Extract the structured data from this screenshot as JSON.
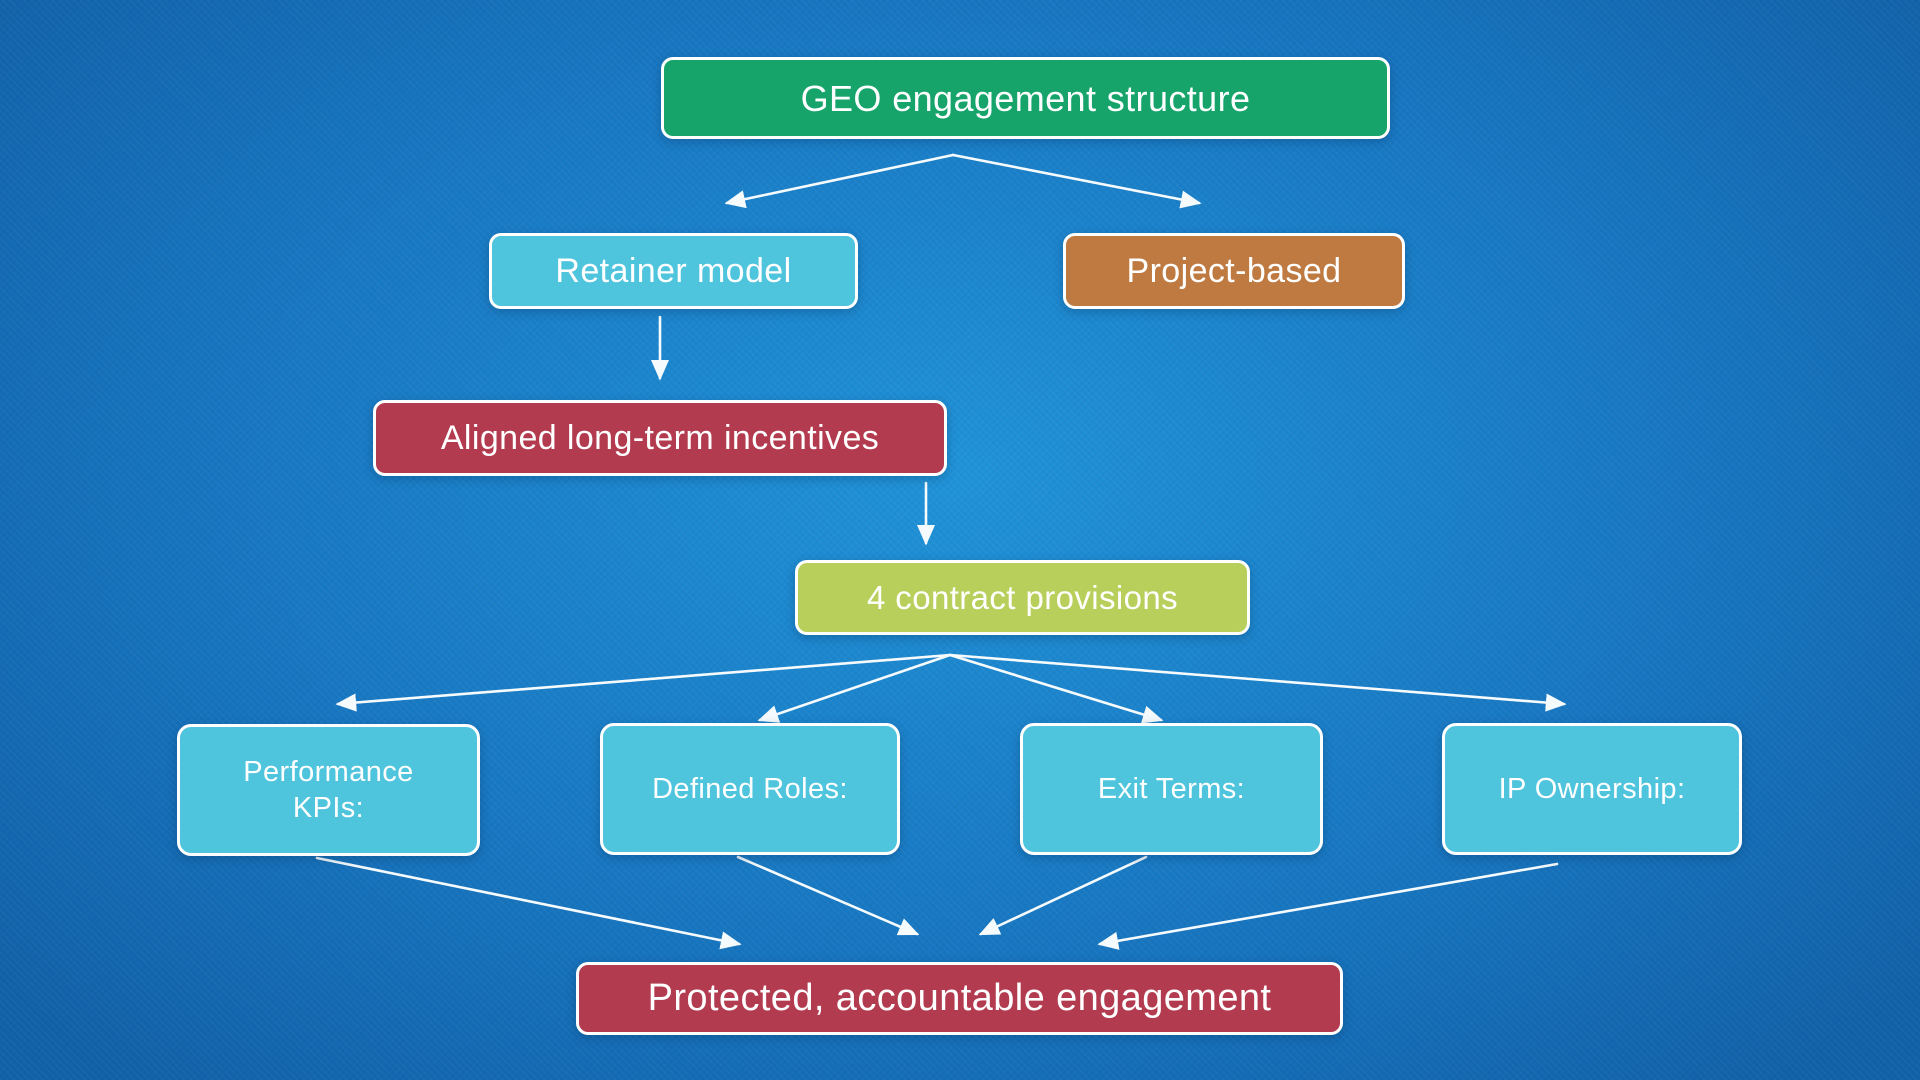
{
  "palette": {
    "bg-center": "#2093d8",
    "bg-mid": "#1878c2",
    "bg-edge": "#1161a8",
    "border-white": "#ffffff",
    "arrow-white": "#f5fafd",
    "text-white": "#ffffff",
    "node-green": "#16a46b",
    "node-cyan": "#4ec4dd",
    "node-orange": "#bf7a42",
    "node-crimson": "#b33b4f",
    "node-lime": "#b8cf5c"
  },
  "diagram": {
    "nodes": {
      "geo": {
        "label": "GEO engagement structure",
        "color": "#16a46b"
      },
      "retainer": {
        "label": "Retainer model",
        "color": "#4ec4dd"
      },
      "project": {
        "label": "Project-based",
        "color": "#bf7a42"
      },
      "aligned": {
        "label": "Aligned long-term incentives",
        "color": "#b33b4f"
      },
      "provisions": {
        "label": "4 contract provisions",
        "color": "#b8cf5c"
      },
      "kpis": {
        "label": "Performance\nKPIs:",
        "color": "#4ec4dd"
      },
      "roles": {
        "label": "Defined Roles:",
        "color": "#4ec4dd"
      },
      "exit": {
        "label": "Exit Terms:",
        "color": "#4ec4dd"
      },
      "ip": {
        "label": "IP Ownership:",
        "color": "#4ec4dd"
      },
      "outcome": {
        "label": "Protected, accountable engagement",
        "color": "#b33b4f"
      }
    }
  }
}
